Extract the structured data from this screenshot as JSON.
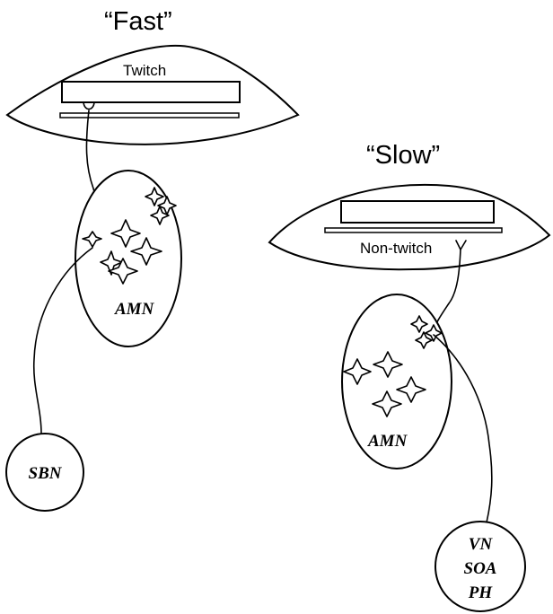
{
  "panels": {
    "fast": {
      "title": "“Fast”",
      "muscle_label": "Twitch",
      "pool_label": "AMN",
      "input_label": "SBN"
    },
    "slow": {
      "title": "“Slow”",
      "muscle_label": "Non-twitch",
      "pool_label": "AMN",
      "input_labels": [
        "VN",
        "SOA",
        "PH"
      ]
    }
  },
  "colors": {
    "stroke": "#000000",
    "fill": "#ffffff"
  }
}
